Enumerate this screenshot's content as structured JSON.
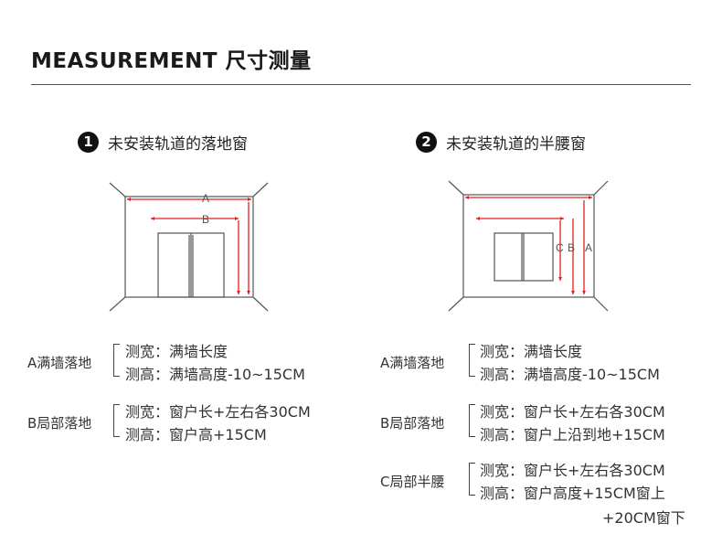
{
  "header": {
    "title": "MEASUREMENT 尺寸测量"
  },
  "sections": [
    {
      "number": "1",
      "title": "未安装轨道的落地窗",
      "diagram_labels": [
        "A",
        "B"
      ],
      "specs": [
        {
          "label": "A满墙落地",
          "lines": [
            "测宽：满墙长度",
            "测高：满墙高度-10~15CM"
          ]
        },
        {
          "label": "B局部落地",
          "lines": [
            "测宽：窗户长+左右各30CM",
            "测高：窗户高+15CM"
          ]
        }
      ]
    },
    {
      "number": "2",
      "title": "未安装轨道的半腰窗",
      "diagram_labels": [
        "C",
        "B",
        "A"
      ],
      "specs": [
        {
          "label": "A满墙落地",
          "lines": [
            "测宽：满墙长度",
            "测高：满墙高度-10~15CM"
          ]
        },
        {
          "label": "B局部落地",
          "lines": [
            "测宽：窗户长+左右各30CM",
            "测高：窗户上沿到地+15CM"
          ]
        },
        {
          "label": "C局部半腰",
          "lines": [
            "测宽：窗户长+左右各30CM",
            "测高：窗户高度+15CM窗上"
          ],
          "continuation": "+20CM窗下"
        }
      ]
    }
  ],
  "colors": {
    "measure_line": "#e02020",
    "room_line": "#555555",
    "number_badge": "#111111"
  }
}
